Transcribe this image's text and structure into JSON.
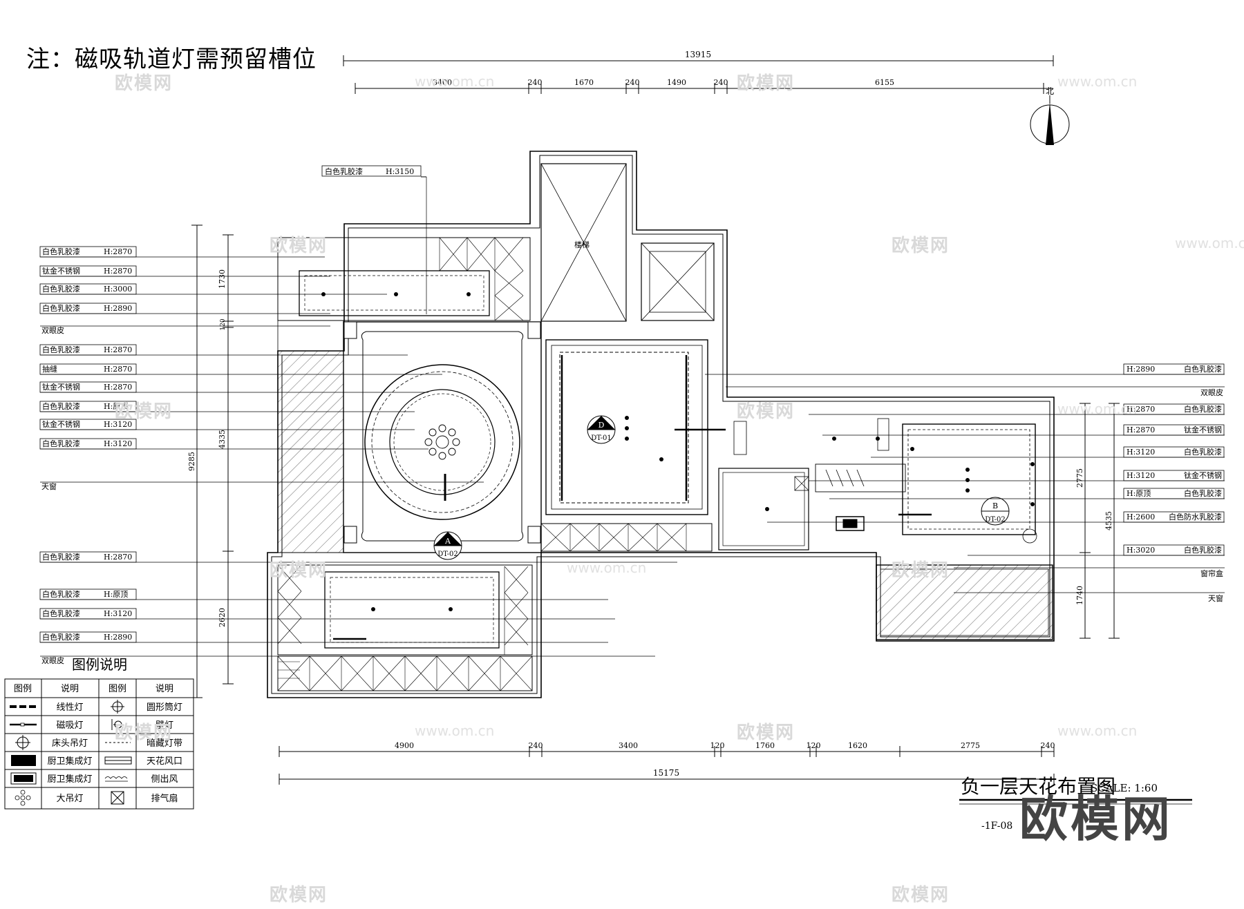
{
  "note": "注：磁吸轨道灯需预留槽位",
  "north_label": "北",
  "top_dims": {
    "overall": "13915",
    "segments": [
      "3400",
      "240",
      "1670",
      "240",
      "1490",
      "240",
      "6155"
    ]
  },
  "bottom_dims": {
    "overall": "15175",
    "segments": [
      "4900",
      "240",
      "3400",
      "120",
      "1760",
      "120",
      "1620",
      "2775",
      "240"
    ]
  },
  "left_dims": {
    "overall": "9285",
    "segments": [
      "1730",
      "120",
      "4335",
      "2620"
    ]
  },
  "right_dims": {
    "overall": "4535",
    "segments": [
      "2775",
      "1740"
    ]
  },
  "top_callout": {
    "material": "白色乳胶漆",
    "height": "H:3150"
  },
  "left_callouts": [
    {
      "material": "白色乳胶漆",
      "height": "H:2870"
    },
    {
      "material": "钛金不锈钢",
      "height": "H:2870"
    },
    {
      "material": "白色乳胶漆",
      "height": "H:3000"
    },
    {
      "material": "白色乳胶漆",
      "height": "H:2890"
    },
    {
      "material": "双眼皮",
      "height": ""
    },
    {
      "material": "白色乳胶漆",
      "height": "H:2870"
    },
    {
      "material": "抽缝",
      "height": "H:2870"
    },
    {
      "material": "钛金不锈钢",
      "height": "H:2870"
    },
    {
      "material": "白色乳胶漆",
      "height": "H:原顶"
    },
    {
      "material": "钛金不锈钢",
      "height": "H:3120"
    },
    {
      "material": "白色乳胶漆",
      "height": "H:3120"
    },
    {
      "material": "天窗",
      "height": ""
    },
    {
      "material": "白色乳胶漆",
      "height": "H:2870"
    },
    {
      "material": "白色乳胶漆",
      "height": "H:原顶"
    },
    {
      "material": "白色乳胶漆",
      "height": "H:3120"
    },
    {
      "material": "白色乳胶漆",
      "height": "H:2890"
    },
    {
      "material": "双眼皮",
      "height": ""
    }
  ],
  "right_callouts": [
    {
      "material": "白色乳胶漆",
      "height": "H:2890"
    },
    {
      "material": "双眼皮",
      "height": ""
    },
    {
      "material": "白色乳胶漆",
      "height": "H:2870"
    },
    {
      "material": "钛金不锈钢",
      "height": "H:2870"
    },
    {
      "material": "白色乳胶漆",
      "height": "H:3120"
    },
    {
      "material": "钛金不锈钢",
      "height": "H:3120"
    },
    {
      "material": "白色乳胶漆",
      "height": "H:原顶"
    },
    {
      "material": "白色防水乳胶漆",
      "height": "H:2600"
    },
    {
      "material": "白色乳胶漆",
      "height": "H:3020"
    },
    {
      "material": "窗帘盒",
      "height": ""
    },
    {
      "material": "天窗",
      "height": ""
    }
  ],
  "room_label": "楼梯",
  "section_marks": [
    {
      "letter": "A",
      "ref": "DT-02"
    },
    {
      "letter": "D",
      "ref": "DT-01"
    },
    {
      "letter": "B",
      "ref": "DT-02"
    }
  ],
  "legend": {
    "title": "图例说明",
    "headers": [
      "图例",
      "说明",
      "图例",
      "说明"
    ],
    "rows": [
      {
        "left_icon": "linear-light",
        "left": "线性灯",
        "right_icon": "round-downlight",
        "right": "圆形筒灯"
      },
      {
        "left_icon": "magnetic-track",
        "left": "磁吸灯",
        "right_icon": "wall-lamp",
        "right": "壁灯"
      },
      {
        "left_icon": "bedside-pendant",
        "left": "床头吊灯",
        "right_icon": "hidden-strip",
        "right": "暗藏灯带"
      },
      {
        "left_icon": "kitchen-panel",
        "left": "厨卫集成灯",
        "right_icon": "ceiling-vent",
        "right": "天花风口"
      },
      {
        "left_icon": "kitchen-panel-2",
        "left": "厨卫集成灯",
        "right_icon": "side-vent",
        "right": "侧出风"
      },
      {
        "left_icon": "chandelier",
        "left": "大吊灯",
        "right_icon": "exhaust-fan",
        "right": "排气扇"
      }
    ]
  },
  "title_block": {
    "title": "负一层天花布置图",
    "scale": "SCALE: 1:60",
    "code": "-1F-08"
  },
  "brand": "欧模网",
  "watermark": {
    "site": "www.om.cn",
    "logo": "欧模网"
  }
}
